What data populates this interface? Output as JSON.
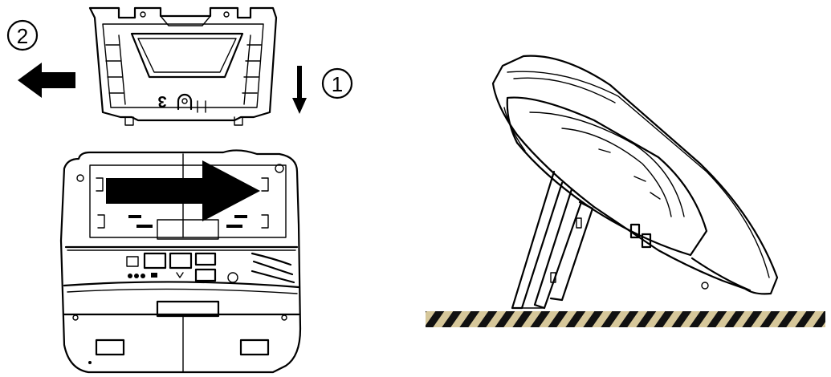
{
  "steps": {
    "step1": {
      "number": "1"
    },
    "step2": {
      "number": "2"
    }
  },
  "stand_marking": "3",
  "colors": {
    "line": "#000000",
    "arrow_fill": "#000000",
    "surface_stripe_dark": "#111111",
    "surface_stripe_light": "#d6c79a"
  },
  "icons": {
    "arrow_left": "arrow-left-icon",
    "arrow_down": "arrow-down-icon",
    "arrow_right": "arrow-right-icon"
  }
}
